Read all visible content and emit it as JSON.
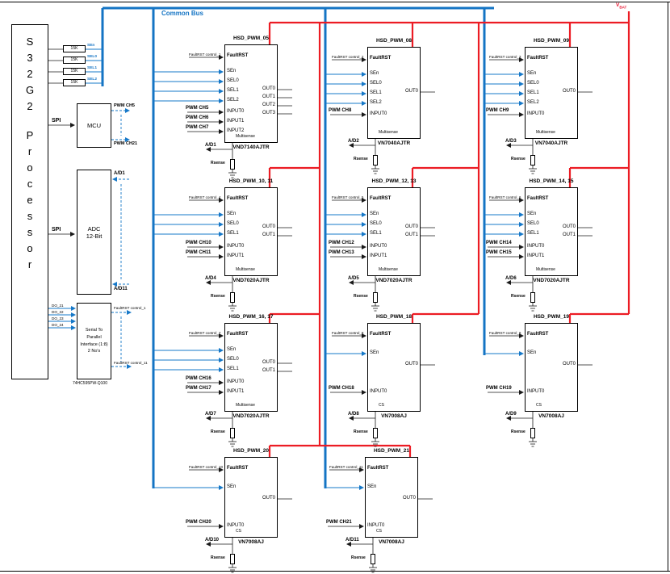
{
  "page": {
    "common_bus_label": "Common Bus",
    "vbat_label": "V",
    "vbat_sub": "BAT"
  },
  "processor": {
    "line1": "S32G2",
    "line2": "Processor"
  },
  "pullups": {
    "value": "15K",
    "signals": [
      "SEn",
      "SEL0",
      "SEL1",
      "SEL2"
    ]
  },
  "mcu": {
    "label": "MCU",
    "spi_label": "SPI",
    "out_top": "PWM CH5",
    "out_bottom": "PWM CH21"
  },
  "adc": {
    "line1": "ADC",
    "line2": "12-Bit",
    "spi_label": "SPI",
    "in_top": "A/D1",
    "in_bottom": "A/D11"
  },
  "serial_to_parallel": {
    "label": "Serial To Parallel Interface (1:8) 2 No's",
    "part": "74HC595PW-Q100",
    "inputs": [
      "DO_21",
      "DO_22",
      "DO_23",
      "DO_24"
    ],
    "out_top": "FaultRST control_1",
    "out_bottom": "FaultRST control_11"
  },
  "hsd_blocks": [
    {
      "title": "HSD_PWM_05",
      "part": "VND7140AJTR",
      "fault_pin": "FaultRST",
      "fault_label": "FaultRST control_1",
      "sel_pins": [
        "SEn",
        "SEL0",
        "SEL1",
        "SEL2"
      ],
      "input_pins": [
        "INPUT0",
        "INPUT1",
        "INPUT2"
      ],
      "pwm_labels": [
        "PWM CH5",
        "PWM CH6",
        "PWM CH7"
      ],
      "out_pins": [
        "OUT0",
        "OUT1",
        "OUT2",
        "OUT3"
      ],
      "sense_pin": "Multisense",
      "ad_label": "A/D1",
      "rsense_label": "Rsense"
    },
    {
      "title": "HSD_PWM_08",
      "part": "VN7040AJTR",
      "fault_pin": "FaultRST",
      "fault_label": "FaultRST control_2",
      "sel_pins": [
        "SEn",
        "SEL0",
        "SEL1",
        "SEL2"
      ],
      "input_pins": [
        "INPUT0"
      ],
      "pwm_labels": [
        "PWM CH8"
      ],
      "out_pins": [
        "OUT0"
      ],
      "sense_pin": "Multisense",
      "ad_label": "A/D2",
      "rsense_label": "Rsense"
    },
    {
      "title": "HSD_PWM_09",
      "part": "VN7040AJTR",
      "fault_pin": "FaultRST",
      "fault_label": "FaultRST control_3",
      "sel_pins": [
        "SEn",
        "SEL0",
        "SEL1",
        "SEL2"
      ],
      "input_pins": [
        "INPUT0"
      ],
      "pwm_labels": [
        "PWM CH9"
      ],
      "out_pins": [
        "OUT0"
      ],
      "sense_pin": "Multisense",
      "ad_label": "A/D3",
      "rsense_label": "Rsense"
    },
    {
      "title": "HSD_PWM_10, 11",
      "part": "VND7020AJTR",
      "fault_pin": "FaultRST",
      "fault_label": "FaultRST control_4",
      "sel_pins": [
        "SEn",
        "SEL0",
        "SEL1"
      ],
      "input_pins": [
        "INPUT0",
        "INPUT1"
      ],
      "pwm_labels": [
        "PWM CH10",
        "PWM CH11"
      ],
      "out_pins": [
        "OUT0",
        "OUT1"
      ],
      "sense_pin": "Multisense",
      "ad_label": "A/D4",
      "rsense_label": "Rsense"
    },
    {
      "title": "HSD_PWM_12, 13",
      "part": "VND7020AJTR",
      "fault_pin": "FaultRST",
      "fault_label": "FaultRST control_5",
      "sel_pins": [
        "SEn",
        "SEL0",
        "SEL1"
      ],
      "input_pins": [
        "INPUT0",
        "INPUT1"
      ],
      "pwm_labels": [
        "PWM CH12",
        "PWM CH13"
      ],
      "out_pins": [
        "OUT0",
        "OUT1"
      ],
      "sense_pin": "Multisense",
      "ad_label": "A/D5",
      "rsense_label": "Rsense"
    },
    {
      "title": "HSD_PWM_14, 15",
      "part": "VND7020AJTR",
      "fault_pin": "FaultRST",
      "fault_label": "FaultRST control_6",
      "sel_pins": [
        "SEn",
        "SEL0",
        "SEL1"
      ],
      "input_pins": [
        "INPUT0",
        "INPUT1"
      ],
      "pwm_labels": [
        "PWM CH14",
        "PWM CH15"
      ],
      "out_pins": [
        "OUT0",
        "OUT1"
      ],
      "sense_pin": "Multisense",
      "ad_label": "A/D6",
      "rsense_label": "Rsense"
    },
    {
      "title": "HSD_PWM_16, 17",
      "part": "VND7020AJTR",
      "fault_pin": "FaultRST",
      "fault_label": "FaultRST control_7",
      "sel_pins": [
        "SEn",
        "SEL0",
        "SEL1"
      ],
      "input_pins": [
        "INPUT0",
        "INPUT1"
      ],
      "pwm_labels": [
        "PWM CH16",
        "PWM CH17"
      ],
      "out_pins": [
        "OUT0",
        "OUT1"
      ],
      "sense_pin": "Multisense",
      "ad_label": "A/D7",
      "rsense_label": "Rsense"
    },
    {
      "title": "HSD_PWM_18",
      "part": "VN7008AJ",
      "fault_pin": "FaultRST",
      "fault_label": "FaultRST control_8",
      "sel_pins": [
        "SEn"
      ],
      "input_pins": [
        "INPUT0"
      ],
      "pwm_labels": [
        "PWM CH18"
      ],
      "out_pins": [
        "OUT0"
      ],
      "sense_pin": "CS",
      "ad_label": "A/D8",
      "rsense_label": "Rsense"
    },
    {
      "title": "HSD_PWM_19",
      "part": "VN7008AJ",
      "fault_pin": "FaultRST",
      "fault_label": "FaultRST control_9",
      "sel_pins": [
        "SEn"
      ],
      "input_pins": [
        "INPUT0"
      ],
      "pwm_labels": [
        "PWM CH19"
      ],
      "out_pins": [
        "OUT0"
      ],
      "sense_pin": "CS",
      "ad_label": "A/D9",
      "rsense_label": "Rsense"
    },
    {
      "title": "HSD_PWM_20",
      "part": "VN7008AJ",
      "fault_pin": "FaultRST",
      "fault_label": "FaultRST control_10",
      "sel_pins": [
        "SEn"
      ],
      "input_pins": [
        "INPUT0"
      ],
      "pwm_labels": [
        "PWM CH20"
      ],
      "out_pins": [
        "OUT0"
      ],
      "sense_pin": "CS",
      "ad_label": "A/D10",
      "rsense_label": "Rsense"
    },
    {
      "title": "HSD_PWM_21",
      "part": "VN7008AJ",
      "fault_pin": "FaultRST",
      "fault_label": "FaultRST control_11",
      "sel_pins": [
        "SEn"
      ],
      "input_pins": [
        "INPUT0"
      ],
      "pwm_labels": [
        "PWM CH21"
      ],
      "out_pins": [
        "OUT0"
      ],
      "sense_pin": "CS",
      "ad_label": "A/D11",
      "rsense_label": "Rsense"
    }
  ]
}
